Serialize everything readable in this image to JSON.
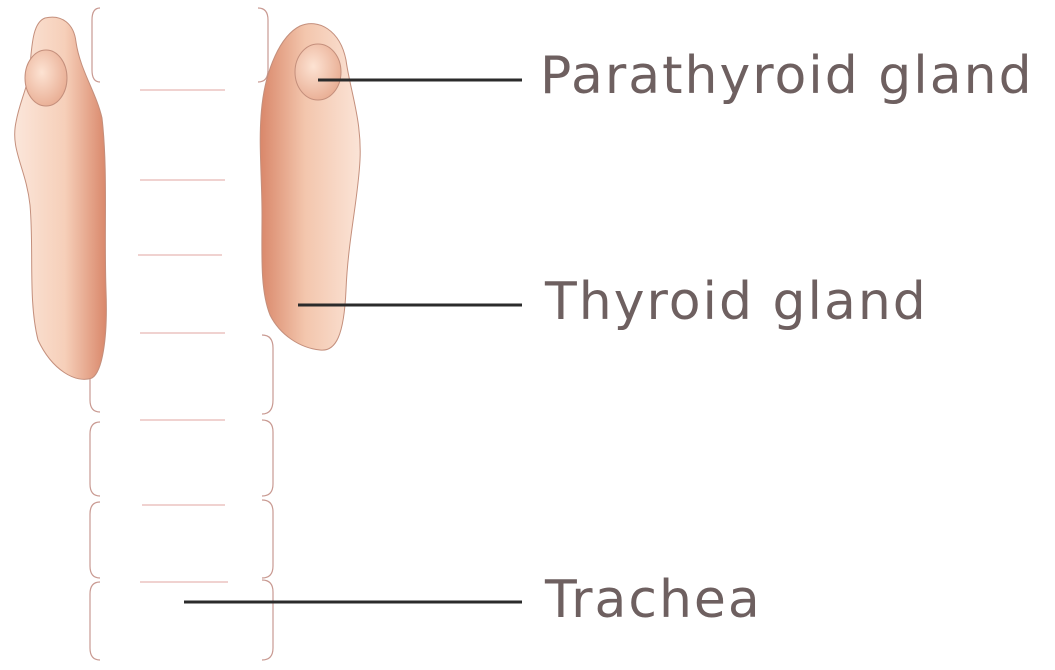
{
  "labels": {
    "parathyroid": "Parathyroid gland",
    "thyroid": "Thyroid gland",
    "trachea": "Trachea"
  },
  "colors": {
    "gland_fill_light": "#fbe2d4",
    "gland_fill_dark": "#d98c70",
    "gland_outline": "#c48f7c",
    "parathyroid_fill": "#f6c9b0",
    "trachea_outline": "#c99a92",
    "ring_line": "#e6b7b4",
    "leader_line": "#2b2b2b",
    "label_text": "#6e6060"
  }
}
